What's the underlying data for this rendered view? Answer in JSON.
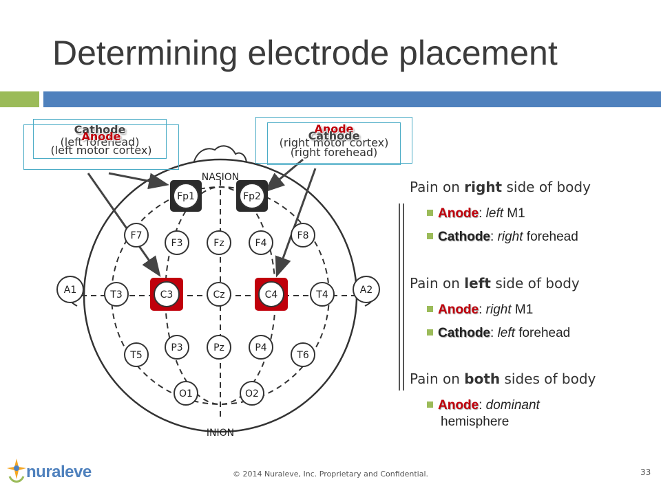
{
  "slide": {
    "title": "Determining electrode placement",
    "accent_colors": {
      "green": "#9bbb59",
      "blue": "#4f81bd",
      "red": "#c0000b",
      "dark": "#2b2b2b"
    }
  },
  "callouts": {
    "left": {
      "title_a": "Cathode",
      "sub_a": "(left forehead)",
      "title_b": "Anode",
      "sub_b": "(left motor cortex)"
    },
    "right": {
      "title_a": "Anode",
      "sub_a": "(right motor cortex)",
      "title_b": "Cathode",
      "sub_b": "(right forehead)"
    }
  },
  "head_diagram": {
    "top_label": "NASION",
    "bottom_label": "INION",
    "electrodes": {
      "Fp1": "Fp1",
      "Fp2": "Fp2",
      "F7": "F7",
      "F3": "F3",
      "Fz": "Fz",
      "F4": "F4",
      "F8": "F8",
      "A1": "A1",
      "T3": "T3",
      "C3": "C3",
      "Cz": "Cz",
      "C4": "C4",
      "T4": "T4",
      "A2": "A2",
      "T5": "T5",
      "P3": "P3",
      "Pz": "Pz",
      "P4": "P4",
      "T6": "T6",
      "O1": "O1",
      "O2": "O2"
    }
  },
  "protocols": {
    "right": {
      "pre": "Pain on ",
      "side": "right",
      "post": " side of body",
      "b1_kw": "Anode",
      "b1_rest_italic": "left",
      "b1_rest": " M1",
      "b2_kw": "Cathode",
      "b2_rest_italic": "right",
      "b2_rest": " forehead"
    },
    "left": {
      "pre": "Pain on ",
      "side": "left",
      "post": " side of body",
      "b1_kw": "Anode",
      "b1_rest_italic": "right",
      "b1_rest": " M1",
      "b2_kw": "Cathode",
      "b2_rest_italic": "left",
      "b2_rest": " forehead"
    },
    "both": {
      "pre": "Pain on ",
      "side": "both",
      "post": " sides of body",
      "b1_kw": "Anode",
      "b1_rest_italic": "dominant",
      "b1_rest2": "hemisphere"
    }
  },
  "footer": {
    "copyright": "© 2014 Nuraleve, Inc. Proprietary and Confidential.",
    "page_number": "33",
    "logo": "nuraleve"
  }
}
